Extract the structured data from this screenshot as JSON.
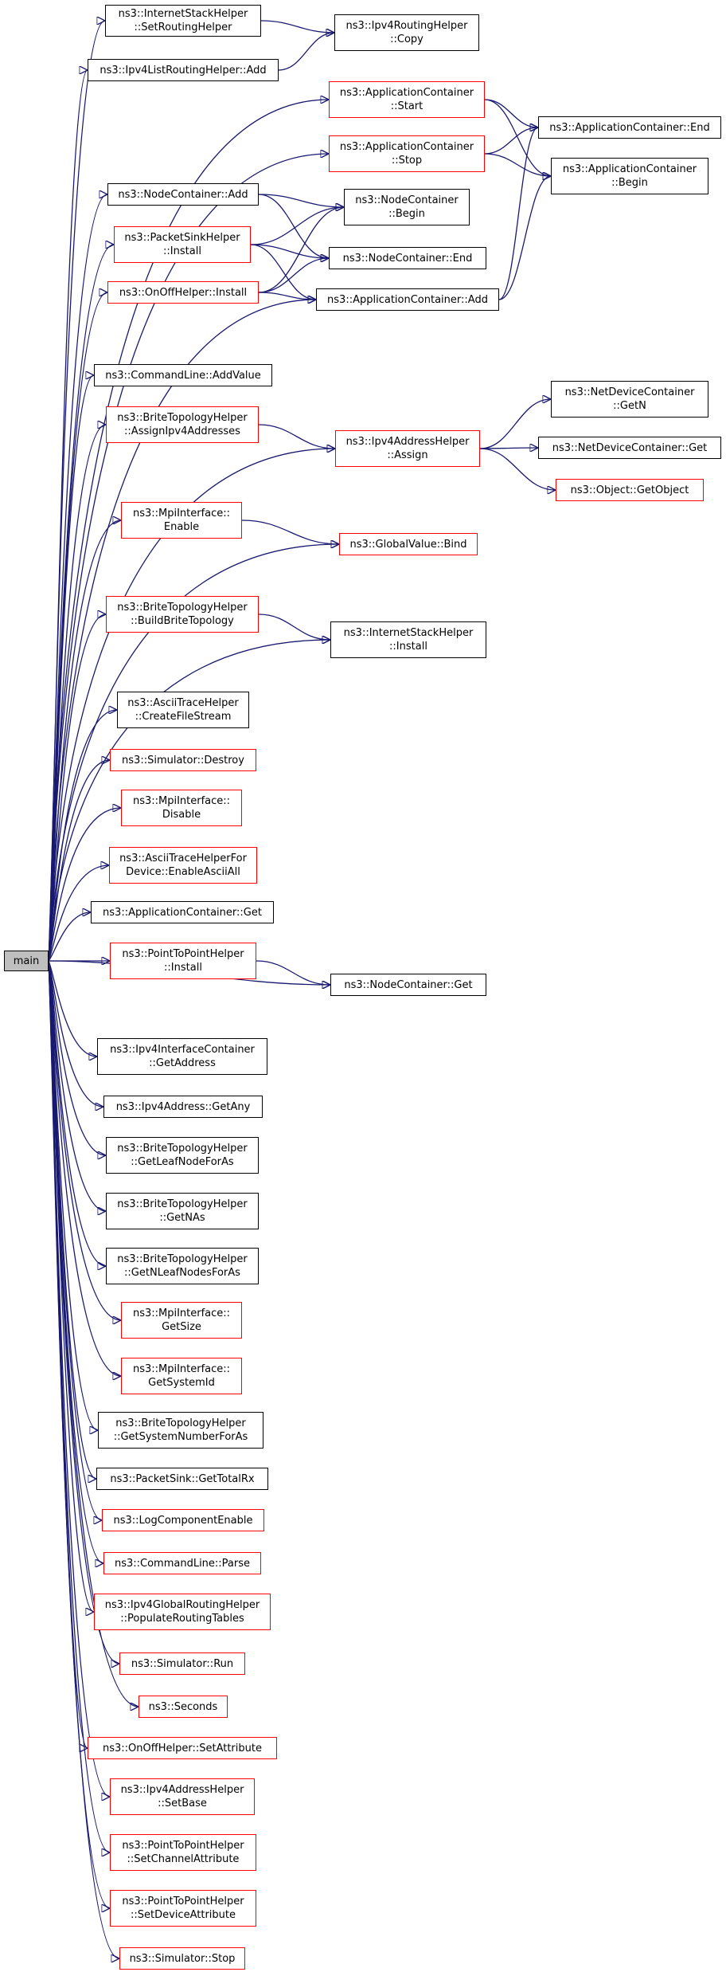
{
  "colors": {
    "edge": "#191970",
    "node_border": "#000000",
    "node_border_incomplete": "#ff0000",
    "root_fill": "#bfbfbf"
  },
  "nodes": [
    {
      "id": "main",
      "lines": [
        "main"
      ],
      "color": "root"
    },
    {
      "id": "ish_setrouting",
      "lines": [
        "ns3::InternetStackHelper",
        "::SetRoutingHelper"
      ],
      "color": "black"
    },
    {
      "id": "ipv4rh_copy",
      "lines": [
        "ns3::Ipv4RoutingHelper",
        "::Copy"
      ],
      "color": "black"
    },
    {
      "id": "ipv4lrh_add",
      "lines": [
        "ns3::Ipv4ListRoutingHelper::Add"
      ],
      "color": "black"
    },
    {
      "id": "ac_start",
      "lines": [
        "ns3::ApplicationContainer",
        "::Start"
      ],
      "color": "red"
    },
    {
      "id": "ac_end",
      "lines": [
        "ns3::ApplicationContainer::End"
      ],
      "color": "black"
    },
    {
      "id": "ac_stop",
      "lines": [
        "ns3::ApplicationContainer",
        "::Stop"
      ],
      "color": "red"
    },
    {
      "id": "ac_begin",
      "lines": [
        "ns3::ApplicationContainer",
        "::Begin"
      ],
      "color": "black"
    },
    {
      "id": "nc_add",
      "lines": [
        "ns3::NodeContainer::Add"
      ],
      "color": "black"
    },
    {
      "id": "nc_begin",
      "lines": [
        "ns3::NodeContainer",
        "::Begin"
      ],
      "color": "black"
    },
    {
      "id": "psh_install",
      "lines": [
        "ns3::PacketSinkHelper",
        "::Install"
      ],
      "color": "red"
    },
    {
      "id": "nc_end",
      "lines": [
        "ns3::NodeContainer::End"
      ],
      "color": "black"
    },
    {
      "id": "ooh_install",
      "lines": [
        "ns3::OnOffHelper::Install"
      ],
      "color": "red"
    },
    {
      "id": "ac_add",
      "lines": [
        "ns3::ApplicationContainer::Add"
      ],
      "color": "black"
    },
    {
      "id": "cl_addvalue",
      "lines": [
        "ns3::CommandLine::AddValue"
      ],
      "color": "black"
    },
    {
      "id": "ndc_getn",
      "lines": [
        "ns3::NetDeviceContainer",
        "::GetN"
      ],
      "color": "black"
    },
    {
      "id": "bth_assign",
      "lines": [
        "ns3::BriteTopologyHelper",
        "::AssignIpv4Addresses"
      ],
      "color": "red"
    },
    {
      "id": "ipv4ah_assign",
      "lines": [
        "ns3::Ipv4AddressHelper",
        "::Assign"
      ],
      "color": "red"
    },
    {
      "id": "ndc_get",
      "lines": [
        "ns3::NetDeviceContainer::Get"
      ],
      "color": "black"
    },
    {
      "id": "obj_getobject",
      "lines": [
        "ns3::Object::GetObject"
      ],
      "color": "red"
    },
    {
      "id": "mpi_enable",
      "lines": [
        "ns3::MpiInterface::",
        "Enable"
      ],
      "color": "red"
    },
    {
      "id": "gv_bind",
      "lines": [
        "ns3::GlobalValue::Bind"
      ],
      "color": "red"
    },
    {
      "id": "bth_build",
      "lines": [
        "ns3::BriteTopologyHelper",
        "::BuildBriteTopology"
      ],
      "color": "red"
    },
    {
      "id": "ish_install",
      "lines": [
        "ns3::InternetStackHelper",
        "::Install"
      ],
      "color": "black"
    },
    {
      "id": "ath_create",
      "lines": [
        "ns3::AsciiTraceHelper",
        "::CreateFileStream"
      ],
      "color": "black"
    },
    {
      "id": "sim_destroy",
      "lines": [
        "ns3::Simulator::Destroy"
      ],
      "color": "red"
    },
    {
      "id": "mpi_disable",
      "lines": [
        "ns3::MpiInterface::",
        "Disable"
      ],
      "color": "red"
    },
    {
      "id": "athd_enable",
      "lines": [
        "ns3::AsciiTraceHelperFor",
        "Device::EnableAsciiAll"
      ],
      "color": "red"
    },
    {
      "id": "ac_get",
      "lines": [
        "ns3::ApplicationContainer::Get"
      ],
      "color": "black"
    },
    {
      "id": "p2p_install",
      "lines": [
        "ns3::PointToPointHelper",
        "::Install"
      ],
      "color": "red"
    },
    {
      "id": "nc_get",
      "lines": [
        "ns3::NodeContainer::Get"
      ],
      "color": "black"
    },
    {
      "id": "ipv4ic_getaddr",
      "lines": [
        "ns3::Ipv4InterfaceContainer",
        "::GetAddress"
      ],
      "color": "black"
    },
    {
      "id": "ipv4a_getany",
      "lines": [
        "ns3::Ipv4Address::GetAny"
      ],
      "color": "black"
    },
    {
      "id": "bth_getleaf",
      "lines": [
        "ns3::BriteTopologyHelper",
        "::GetLeafNodeForAs"
      ],
      "color": "black"
    },
    {
      "id": "bth_getnas",
      "lines": [
        "ns3::BriteTopologyHelper",
        "::GetNAs"
      ],
      "color": "black"
    },
    {
      "id": "bth_getnleaf",
      "lines": [
        "ns3::BriteTopologyHelper",
        "::GetNLeafNodesForAs"
      ],
      "color": "black"
    },
    {
      "id": "mpi_getsize",
      "lines": [
        "ns3::MpiInterface::",
        "GetSize"
      ],
      "color": "red"
    },
    {
      "id": "mpi_getsysid",
      "lines": [
        "ns3::MpiInterface::",
        "GetSystemId"
      ],
      "color": "red"
    },
    {
      "id": "bth_getsysnum",
      "lines": [
        "ns3::BriteTopologyHelper",
        "::GetSystemNumberForAs"
      ],
      "color": "black"
    },
    {
      "id": "ps_gettotalrx",
      "lines": [
        "ns3::PacketSink::GetTotalRx"
      ],
      "color": "black"
    },
    {
      "id": "log_enable",
      "lines": [
        "ns3::LogComponentEnable"
      ],
      "color": "red"
    },
    {
      "id": "cl_parse",
      "lines": [
        "ns3::CommandLine::Parse"
      ],
      "color": "red"
    },
    {
      "id": "ipv4grh_populate",
      "lines": [
        "ns3::Ipv4GlobalRoutingHelper",
        "::PopulateRoutingTables"
      ],
      "color": "red"
    },
    {
      "id": "sim_run",
      "lines": [
        "ns3::Simulator::Run"
      ],
      "color": "red"
    },
    {
      "id": "seconds",
      "lines": [
        "ns3::Seconds"
      ],
      "color": "red"
    },
    {
      "id": "ooh_setattr",
      "lines": [
        "ns3::OnOffHelper::SetAttribute"
      ],
      "color": "red"
    },
    {
      "id": "ipv4ah_setbase",
      "lines": [
        "ns3::Ipv4AddressHelper",
        "::SetBase"
      ],
      "color": "red"
    },
    {
      "id": "p2p_setchannel",
      "lines": [
        "ns3::PointToPointHelper",
        "::SetChannelAttribute"
      ],
      "color": "red"
    },
    {
      "id": "p2p_setdevice",
      "lines": [
        "ns3::PointToPointHelper",
        "::SetDeviceAttribute"
      ],
      "color": "red"
    },
    {
      "id": "sim_stop",
      "lines": [
        "ns3::Simulator::Stop"
      ],
      "color": "red"
    }
  ],
  "edges": [
    [
      "main",
      "ish_setrouting"
    ],
    [
      "main",
      "ipv4lrh_add"
    ],
    [
      "main",
      "ac_start"
    ],
    [
      "main",
      "ac_stop"
    ],
    [
      "main",
      "nc_add"
    ],
    [
      "main",
      "psh_install"
    ],
    [
      "main",
      "ooh_install"
    ],
    [
      "main",
      "ac_add"
    ],
    [
      "main",
      "cl_addvalue"
    ],
    [
      "main",
      "bth_assign"
    ],
    [
      "main",
      "ipv4ah_assign"
    ],
    [
      "main",
      "mpi_enable"
    ],
    [
      "main",
      "gv_bind"
    ],
    [
      "main",
      "bth_build"
    ],
    [
      "main",
      "ish_install"
    ],
    [
      "main",
      "ath_create"
    ],
    [
      "main",
      "sim_destroy"
    ],
    [
      "main",
      "mpi_disable"
    ],
    [
      "main",
      "athd_enable"
    ],
    [
      "main",
      "ac_get"
    ],
    [
      "main",
      "p2p_install"
    ],
    [
      "main",
      "nc_get"
    ],
    [
      "main",
      "ipv4ic_getaddr"
    ],
    [
      "main",
      "ipv4a_getany"
    ],
    [
      "main",
      "bth_getleaf"
    ],
    [
      "main",
      "bth_getnas"
    ],
    [
      "main",
      "bth_getnleaf"
    ],
    [
      "main",
      "mpi_getsize"
    ],
    [
      "main",
      "mpi_getsysid"
    ],
    [
      "main",
      "bth_getsysnum"
    ],
    [
      "main",
      "ps_gettotalrx"
    ],
    [
      "main",
      "log_enable"
    ],
    [
      "main",
      "cl_parse"
    ],
    [
      "main",
      "ipv4grh_populate"
    ],
    [
      "main",
      "sim_run"
    ],
    [
      "main",
      "seconds"
    ],
    [
      "main",
      "ooh_setattr"
    ],
    [
      "main",
      "ipv4ah_setbase"
    ],
    [
      "main",
      "p2p_setchannel"
    ],
    [
      "main",
      "p2p_setdevice"
    ],
    [
      "main",
      "sim_stop"
    ],
    [
      "ish_setrouting",
      "ipv4rh_copy"
    ],
    [
      "ipv4lrh_add",
      "ipv4rh_copy"
    ],
    [
      "ac_start",
      "ac_end"
    ],
    [
      "ac_start",
      "ac_begin"
    ],
    [
      "ac_stop",
      "ac_end"
    ],
    [
      "ac_stop",
      "ac_begin"
    ],
    [
      "nc_add",
      "nc_begin"
    ],
    [
      "nc_add",
      "nc_end"
    ],
    [
      "psh_install",
      "nc_begin"
    ],
    [
      "psh_install",
      "nc_end"
    ],
    [
      "psh_install",
      "ac_add"
    ],
    [
      "ooh_install",
      "nc_begin"
    ],
    [
      "ooh_install",
      "nc_end"
    ],
    [
      "ooh_install",
      "ac_add"
    ],
    [
      "ac_add",
      "ac_end"
    ],
    [
      "ac_add",
      "ac_begin"
    ],
    [
      "bth_assign",
      "ipv4ah_assign"
    ],
    [
      "ipv4ah_assign",
      "ndc_getn"
    ],
    [
      "ipv4ah_assign",
      "ndc_get"
    ],
    [
      "ipv4ah_assign",
      "obj_getobject"
    ],
    [
      "mpi_enable",
      "gv_bind"
    ],
    [
      "bth_build",
      "ish_install"
    ],
    [
      "p2p_install",
      "nc_get"
    ]
  ]
}
